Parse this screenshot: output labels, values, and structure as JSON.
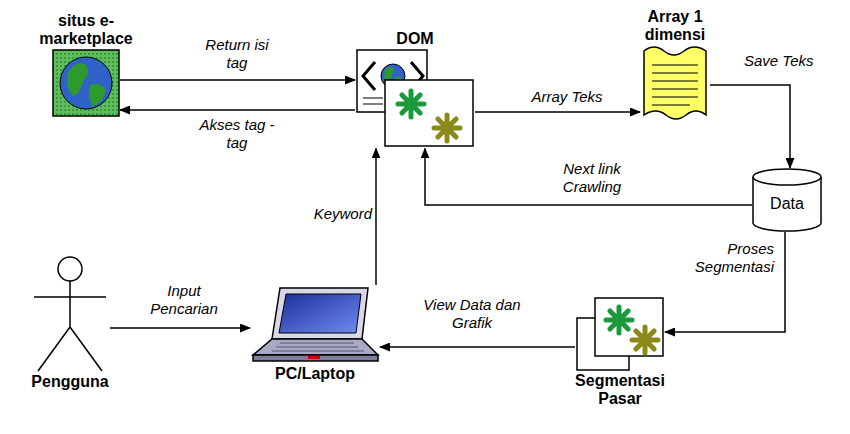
{
  "diagram": {
    "nodes": [
      {
        "text": [
          "situs e-marketplace"
        ]
      },
      {
        "text": [
          "DOM"
        ]
      },
      {
        "text": [
          "Array 1 dimensi"
        ]
      },
      {
        "text": [
          "Data"
        ]
      },
      {
        "text": [
          "Pengguna"
        ]
      },
      {
        "text": [
          "PC/Laptop"
        ]
      },
      {
        "text": [
          "Segmentasi Pasar"
        ]
      }
    ],
    "edges": [
      {
        "from": 0,
        "to": 1,
        "label": "Return isi tag",
        "arrow": "to"
      },
      {
        "from": 1,
        "to": 0,
        "label": "Akses tag - tag",
        "arrow": "to"
      },
      {
        "from": 1,
        "to": 2,
        "label": "Array Teks",
        "arrow": "to"
      },
      {
        "from": 2,
        "to": 3,
        "label": "Save Teks",
        "arrow": "to"
      },
      {
        "from": 3,
        "to": 1,
        "label": "Next link Crawling",
        "arrow": "to"
      },
      {
        "from": 5,
        "to": 1,
        "label": "Keyword",
        "arrow": "to"
      },
      {
        "from": 4,
        "to": 5,
        "label": "Input Pencarian",
        "arrow": "to"
      },
      {
        "from": 3,
        "to": 6,
        "label": "Proses Segmentasi",
        "arrow": "to"
      },
      {
        "from": 6,
        "to": 5,
        "label": "View Data dan Grafik",
        "arrow": "to"
      }
    ]
  }
}
